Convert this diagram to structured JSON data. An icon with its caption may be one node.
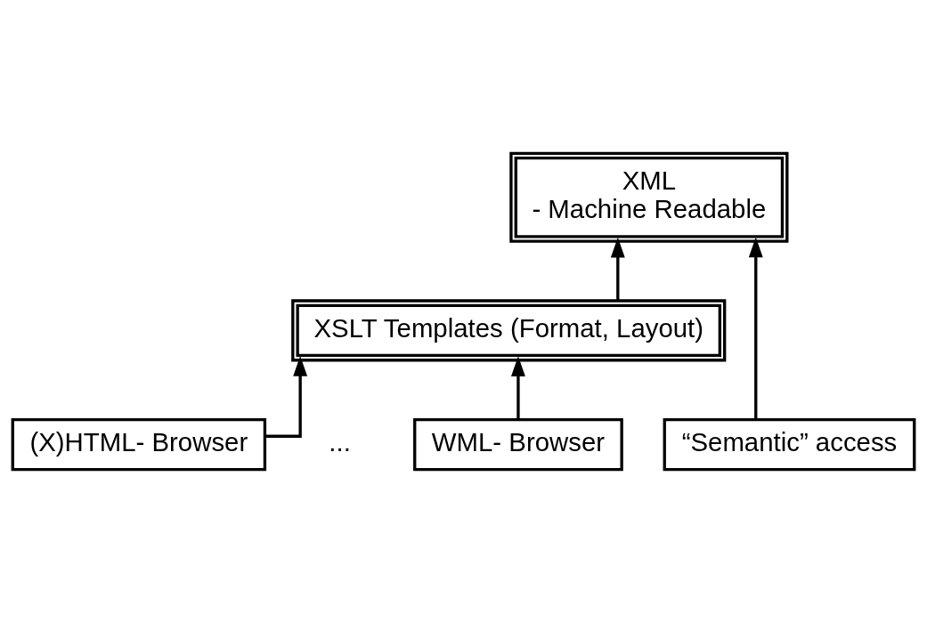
{
  "diagram": {
    "nodes": [
      {
        "text": [
          "XML",
          "- Machine Readable"
        ]
      },
      {
        "text": [
          "XSLT Templates (Format, Layout)"
        ]
      },
      {
        "text": [
          "(X)HTML- Browser"
        ]
      },
      {
        "text": [
          "WML- Browser"
        ]
      },
      {
        "text": [
          "“Semantic” access"
        ]
      }
    ],
    "edges": [
      {
        "from": 1,
        "to": 0,
        "arrow": "to"
      },
      {
        "from": 4,
        "to": 0,
        "arrow": "to"
      },
      {
        "from": 2,
        "to": 1,
        "arrow": "to"
      },
      {
        "from": 3,
        "to": 1,
        "arrow": "to"
      }
    ],
    "labels": [
      "..."
    ]
  }
}
